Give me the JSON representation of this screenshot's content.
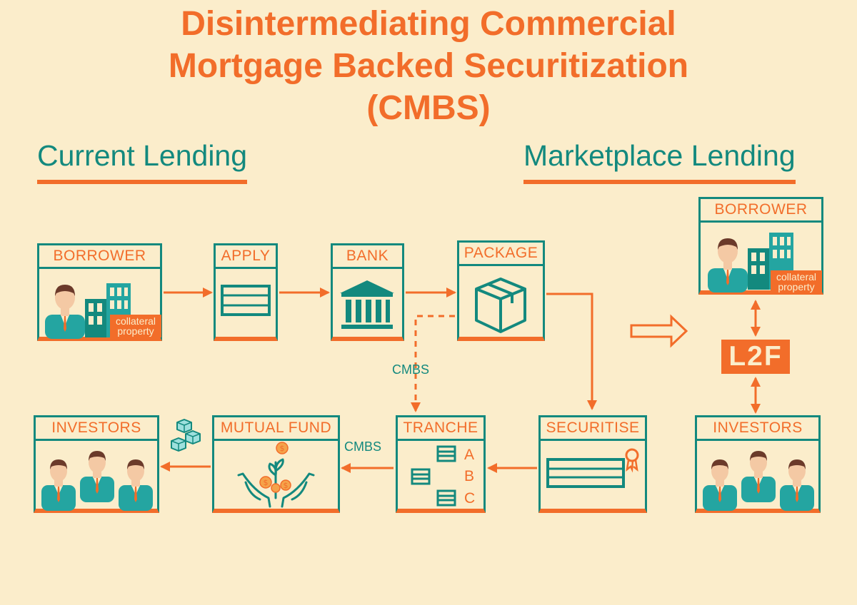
{
  "title": {
    "line1": "Disintermediating Commercial",
    "line2": "Mortgage Backed Securitization",
    "line3": "(CMBS)"
  },
  "sections": {
    "current": "Current Lending",
    "marketplace": "Marketplace Lending"
  },
  "current_flow": {
    "borrower": {
      "label": "BORROWER",
      "collateral_line1": "collateral",
      "collateral_line2": "property"
    },
    "apply": {
      "label": "APPLY"
    },
    "bank": {
      "label": "BANK"
    },
    "package": {
      "label": "PACKAGE"
    },
    "securitise": {
      "label": "SECURITISE"
    },
    "tranche": {
      "label": "TRANCHE",
      "tiers": [
        "A",
        "B",
        "C"
      ]
    },
    "mutual_fund": {
      "label": "MUTUAL FUND"
    },
    "investors": {
      "label": "INVESTORS"
    },
    "cmbs_dashed_label": "CMBS",
    "cmbs_arrow_label": "CMBS"
  },
  "marketplace_flow": {
    "borrower": {
      "label": "BORROWER",
      "collateral_line1": "collateral",
      "collateral_line2": "property"
    },
    "platform": "L2F",
    "investors": {
      "label": "INVESTORS"
    }
  },
  "colors": {
    "background": "#fbedcb",
    "orange": "#f26d2a",
    "teal": "#13897e",
    "suit": "#24a5a1",
    "skin": "#f4c9a4",
    "hair": "#6b3a2a"
  },
  "icons": [
    "person-icon",
    "building-icon",
    "form-icon",
    "bank-icon",
    "package-icon",
    "certificate-icon",
    "document-stack-icon",
    "money-plant-icon",
    "cubes-icon",
    "transition-arrow-icon"
  ]
}
